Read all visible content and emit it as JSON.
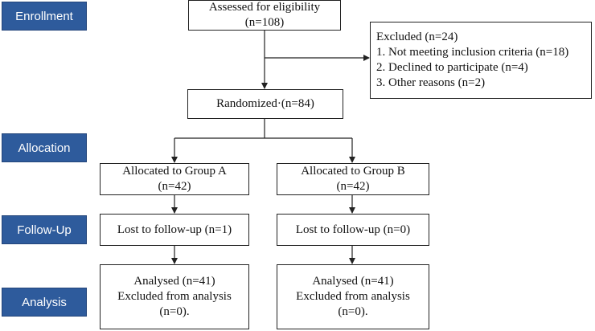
{
  "stages": {
    "enrollment": "Enrollment",
    "allocation": "Allocation",
    "follow_up": "Follow-Up",
    "analysis": "Analysis"
  },
  "assessed": {
    "line1": "Assessed for eligibility",
    "line2": "(n=108)"
  },
  "excluded": {
    "title": "Excluded (n=24)",
    "reasons": [
      "1. Not meeting inclusion criteria (n=18)",
      "2. Declined to participate (n=4)",
      "3. Other reasons (n=2)"
    ]
  },
  "randomized": "Randomized·(n=84)",
  "group_a": {
    "allocated": {
      "line1": "Allocated to Group A",
      "line2": "(n=42)"
    },
    "lost": "Lost to follow-up (n=1)",
    "analysed": {
      "line1": "Analysed (n=41)",
      "line2": "Excluded from analysis",
      "line3": "(n=0)."
    }
  },
  "group_b": {
    "allocated": {
      "line1": "Allocated to Group B",
      "line2": "(n=42)"
    },
    "lost": "Lost to follow-up (n=0)",
    "analysed": {
      "line1": "Analysed (n=41)",
      "line2": "Excluded from analysis",
      "line3": "(n=0)."
    }
  },
  "colors": {
    "stage_fill": "#2e5b9c",
    "line": "#222222"
  }
}
